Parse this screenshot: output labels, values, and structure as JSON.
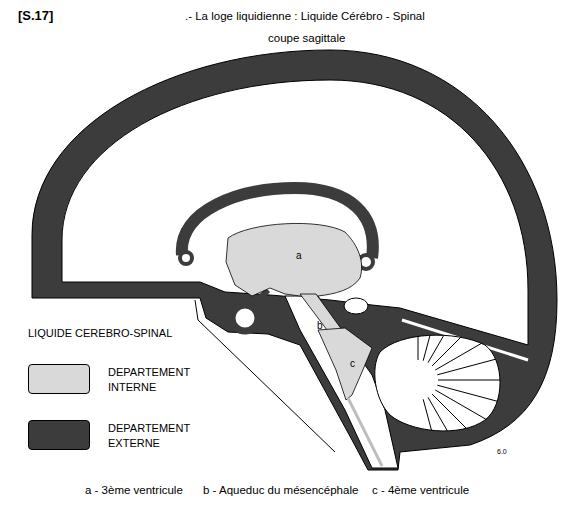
{
  "diagram": {
    "title": ".- La loge liquidienne : Liquide Cérébro - Spinal",
    "labels": [
      "[S.17]",
      "coupe sagittale",
      "LIQUIDE CEREBRO-SPINAL",
      "a",
      "b",
      "c",
      "6.0",
      "a - 3ème ventricule",
      "b - Aqueduc du mésencéphale",
      "c - 4ème ventricule"
    ],
    "legend": [
      {
        "text": "DEPARTEMENT INTERNE",
        "color": "#d9d9d9"
      },
      {
        "text": "DEPARTEMENT EXTERNE",
        "color": "#3c3c3c"
      }
    ]
  }
}
